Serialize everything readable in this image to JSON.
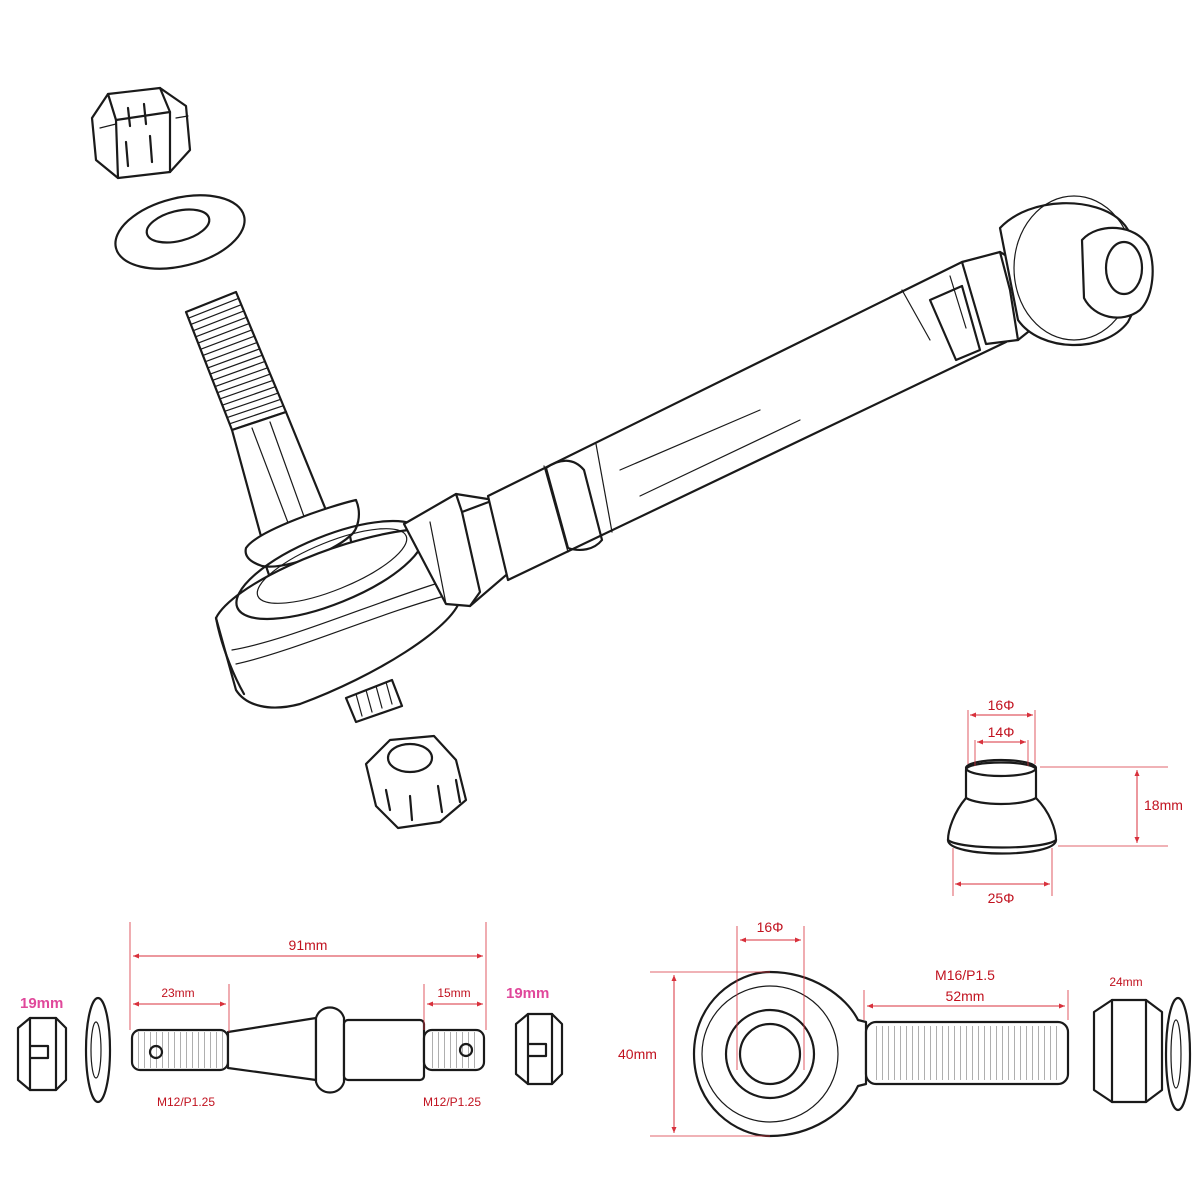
{
  "colors": {
    "ink": "#1a1a1a",
    "dimension": "#d8313c",
    "dimension_text": "#c1121f",
    "nut_size_text": "#e0489b",
    "background": "#ffffff"
  },
  "bushing": {
    "outer_top": "16Φ",
    "inner_top": "14Φ",
    "height": "18mm",
    "base_diameter": "25Φ"
  },
  "stud": {
    "left_nut_size": "19mm",
    "right_nut_size": "19mm",
    "total_length": "91mm",
    "left_thread_length": "23mm",
    "right_thread_length": "15mm",
    "left_thread_spec": "M12/P1.25",
    "right_thread_spec": "M12/P1.25"
  },
  "rod_end": {
    "bore": "16Φ",
    "thread_spec": "M16/P1.5",
    "nut_size": "24mm",
    "shank_length": "52mm",
    "head_height": "40mm"
  }
}
